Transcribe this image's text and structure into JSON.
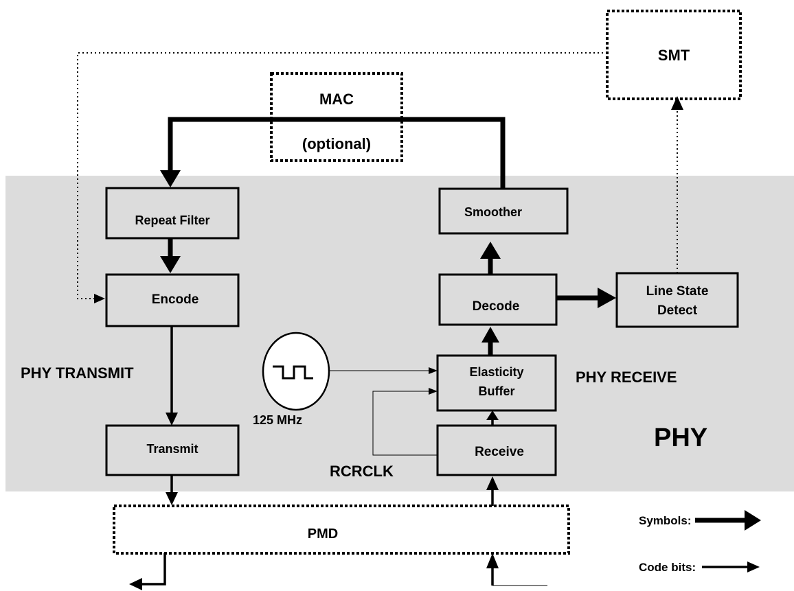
{
  "diagram": {
    "blocks": {
      "smt": "SMT",
      "mac_line1": "MAC",
      "mac_line2": "(optional)",
      "repeat_filter": "Repeat Filter",
      "encode": "Encode",
      "transmit": "Transmit",
      "smoother": "Smoother",
      "decode": "Decode",
      "line_state_line1": "Line State",
      "line_state_line2": "Detect",
      "elasticity_line1": "Elasticity",
      "elasticity_line2": "Buffer",
      "receive": "Receive",
      "pmd": "PMD"
    },
    "labels": {
      "phy_transmit": "PHY TRANSMIT",
      "phy_receive": "PHY RECEIVE",
      "phy": "PHY",
      "clock": "125 MHz",
      "rcrclk": "RCRCLK"
    },
    "legend": {
      "symbols": "Symbols:",
      "code_bits": "Code bits:"
    },
    "colors": {
      "phy_region": "#dcdcdc",
      "block_fill": "#dcdcdc",
      "ink": "#000000"
    },
    "icons": {
      "clock": "square-wave-oscillator-icon"
    }
  }
}
